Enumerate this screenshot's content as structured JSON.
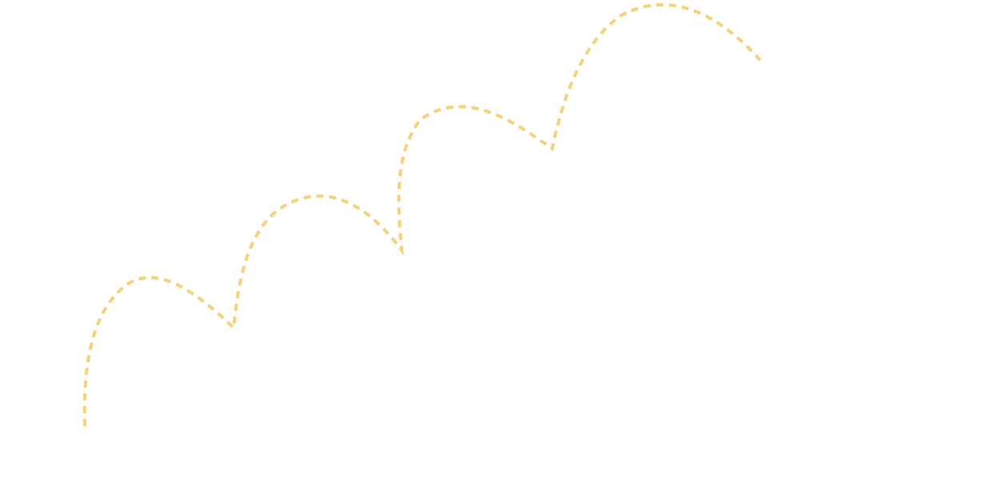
{
  "decoration": {
    "name": "bouncing-dashed-trail",
    "stroke_color": "#f5d27a",
    "style": "dashed",
    "arc_count": 4
  }
}
